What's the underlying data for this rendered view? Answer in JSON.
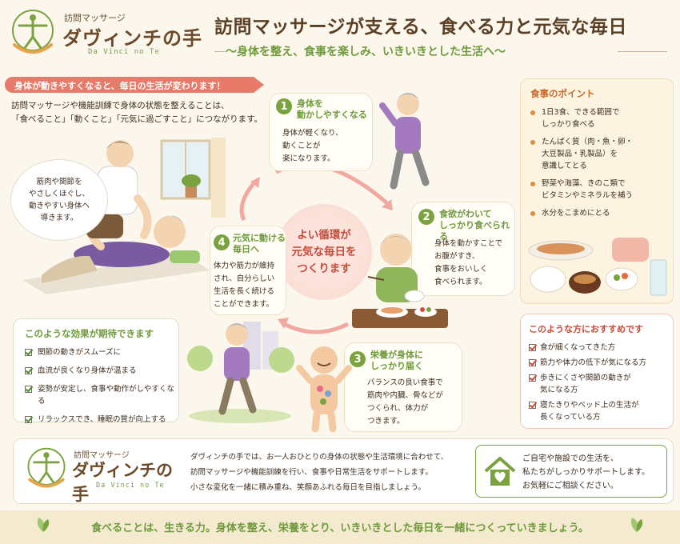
{
  "header": {
    "logo_sub": "訪問マッサージ",
    "logo_main": "ダヴィンチの手",
    "logo_en": "Da Vinci no Te",
    "title": "訪問マッサージが支える、食べる力と元気な毎日",
    "subtitle": "〜身体を整え、食事を楽しみ、いきいきとした生活へ〜"
  },
  "banner": "身体が動きやすくなると、毎日の生活が変わります！",
  "intro": {
    "line1": "訪問マッサージや機能訓練で身体の状態を整えることは、",
    "line2": "「食べること」「動くこと」「元気に過ごすこと」につながります。"
  },
  "bubble": {
    "l1": "筋肉や関節を",
    "l2": "やさしくほぐし、",
    "l3": "動きやすい身体へ",
    "l4": "導きます。"
  },
  "center": {
    "l1": "よい循環が",
    "l2": "元気な毎日を",
    "l3": "つくります"
  },
  "steps": [
    {
      "num": "1",
      "title1": "身体を",
      "title2": "動かしやすくなる",
      "body": [
        "身体が軽くなり、",
        "動くことが",
        "楽になります。"
      ]
    },
    {
      "num": "2",
      "title1": "食欲がわいて",
      "title2": "しっかり食べられる",
      "body": [
        "身体を動かすことで",
        "お腹がすき、",
        "食事をおいしく",
        "食べられます。"
      ]
    },
    {
      "num": "3",
      "title1": "栄養が身体に",
      "title2": "しっかり届く",
      "body": [
        "バランスの良い食事で",
        "筋肉や内臓、骨などが",
        "つくられ、体力が",
        "つきます。"
      ]
    },
    {
      "num": "4",
      "title1": "元気に動ける",
      "title2": "毎日へ",
      "body": [
        "体力や筋力が維持",
        "され、自分らしい",
        "生活を長く続ける",
        "ことができます。"
      ]
    }
  ],
  "food_points": {
    "title": "食事のポイント",
    "items": [
      [
        "1日3食、できる範囲で",
        "しっかり食べる"
      ],
      [
        "たんぱく質（肉・魚・卵・",
        "大豆製品・乳製品）を",
        "意識してとる"
      ],
      [
        "野菜や海藻、きのこ類で",
        "ビタミンやミネラルを補う"
      ],
      [
        "水分をこまめにとる"
      ]
    ]
  },
  "recommend": {
    "title": "このような方におすすめです",
    "items": [
      [
        "食が細くなってきた方"
      ],
      [
        "筋力や体力の低下が気になる方"
      ],
      [
        "歩きにくさや関節の動きが",
        "気になる方"
      ],
      [
        "寝たきりやベッド上の生活が",
        "長くなっている方"
      ]
    ]
  },
  "effects": {
    "title": "このような効果が期待できます",
    "items": [
      "関節の動きがスムーズに",
      "血流が良くなり身体が温まる",
      "姿勢が安定し、食事や動作がしやすくなる",
      "リラックスでき、睡眠の質が向上する"
    ]
  },
  "footer": {
    "logo_sub": "訪問マッサージ",
    "logo_main": "ダヴィンチの手",
    "logo_en": "Da Vinci no Te",
    "text": [
      "ダヴィンチの手では、お一人おひとりの身体の状態や生活環境に合わせて、",
      "訪問マッサージや機能訓練を行い、食事や日常生活をサポートします。",
      "小さな変化を一緒に積み重ね、笑顔あふれる毎日を目指しましょう。"
    ],
    "contact": [
      "ご自宅や施設での生活を、",
      "私たちがしっかりサポートします。",
      "お気軽にご相談ください。"
    ]
  },
  "bottom": "食べることは、生きる力。身体を整え、栄養をとり、いきいきとした毎日を一緒につくっていきましょう。",
  "colors": {
    "green": "#7aa33f",
    "brown": "#5a3f25",
    "coral": "#e87a6a",
    "red": "#c94a3a",
    "orange": "#e08a3c"
  }
}
